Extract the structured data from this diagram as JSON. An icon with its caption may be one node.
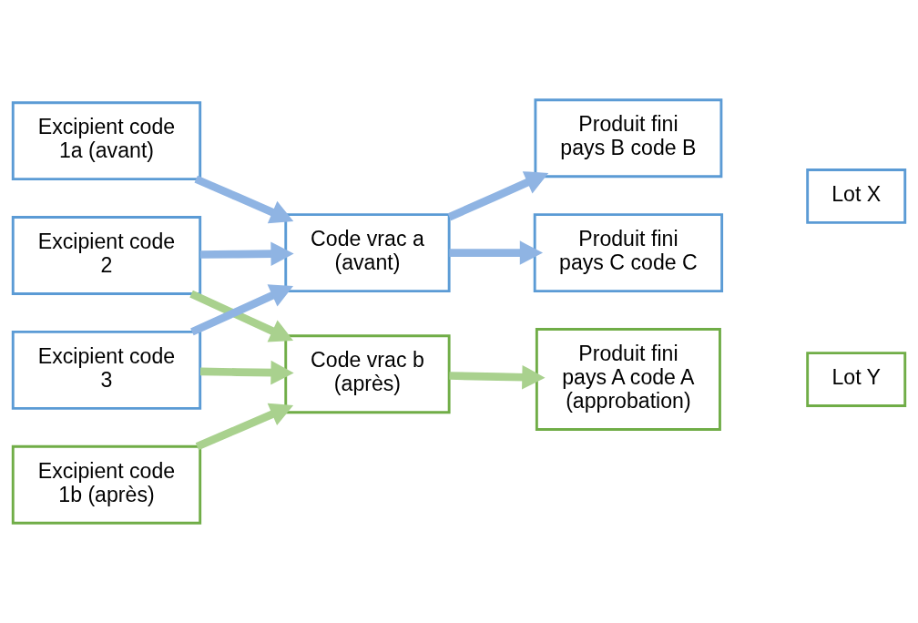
{
  "diagram": {
    "nodes": [
      {
        "text": [
          "Excipient code 1a (avant)"
        ]
      },
      {
        "text": [
          "Excipient code 2"
        ]
      },
      {
        "text": [
          "Excipient code 3"
        ]
      },
      {
        "text": [
          "Excipient code 1b (après)"
        ]
      },
      {
        "text": [
          "Code vrac a (avant)"
        ]
      },
      {
        "text": [
          "Code vrac b (après)"
        ]
      },
      {
        "text": [
          "Produit fini pays B code B"
        ]
      },
      {
        "text": [
          "Produit fini pays C code C"
        ]
      },
      {
        "text": [
          "Produit fini pays A code A (approbation)"
        ]
      },
      {
        "text": [
          "Lot X"
        ]
      },
      {
        "text": [
          "Lot Y"
        ]
      }
    ],
    "edges": [
      {
        "from": 0,
        "to": 4,
        "arrow": "to"
      },
      {
        "from": 1,
        "to": 4,
        "arrow": "to"
      },
      {
        "from": 1,
        "to": 5,
        "arrow": "to",
        "color": "#a9d18e"
      },
      {
        "from": 2,
        "to": 4,
        "arrow": "to"
      },
      {
        "from": 2,
        "to": 5,
        "arrow": "to",
        "color": "#a9d18e"
      },
      {
        "from": 3,
        "to": 5,
        "arrow": "to",
        "color": "#a9d18e"
      },
      {
        "from": 4,
        "to": 6,
        "arrow": "to"
      },
      {
        "from": 4,
        "to": 7,
        "arrow": "to"
      },
      {
        "from": 5,
        "to": 8,
        "arrow": "to",
        "color": "#a9d18e"
      }
    ]
  }
}
